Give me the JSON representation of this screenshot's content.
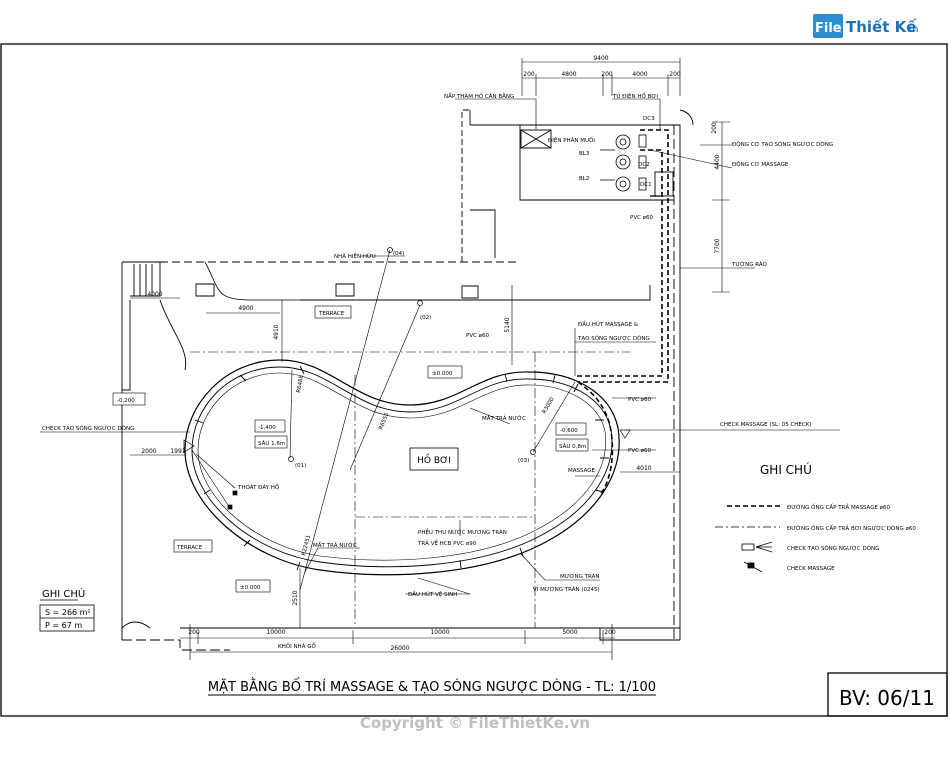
{
  "brand": {
    "logo_box": "File",
    "logo_main": "Thiết Kế",
    "logo_suffix": ".vn"
  },
  "watermark": "Copyright © FileThietKe.vn",
  "title": "MẶT BẰNG BỐ TRÍ MASSAGE & TẠO SÓNG NGƯỢC DÒNG - TL: 1/100",
  "sheet_number": "BV: 06/11",
  "dimensions": {
    "top_total": "9400",
    "top_a": "200",
    "top_b": "4800",
    "top_c": "200",
    "top_d": "4000",
    "top_e": "200",
    "bottom_total": "26000",
    "bottom_a": "200",
    "bottom_b": "10000",
    "bottom_c": "10000",
    "bottom_d": "5000",
    "bottom_e": "200",
    "left_4000": "4000",
    "d_4900": "4900",
    "d_4910": "4910",
    "d_5140": "5140",
    "d_2000": "2000",
    "d_1991": "1991",
    "d_2510": "2510",
    "d_4010": "4010",
    "d_4400": "4400",
    "d_7700": "7700",
    "d_200_right": "200"
  },
  "labels": {
    "nap_tham": "NẮP THĂM HỐ CÂN BẰNG",
    "tu_dien": "TỦ ĐIỆN HỒ BƠI",
    "dien_phan_muoi": "ĐIỆN PHÂN MUỐI",
    "bl3": "BL3",
    "bl2": "BL2",
    "dc1": "DC1",
    "dc2": "DC2",
    "dc3": "DC3",
    "dong_co_song": "ĐỘNG CƠ TẠO SÓNG NGƯỢC DÒNG",
    "dong_co_massage": "ĐỘNG CƠ MASSAGE",
    "pvc_top": "PVC ø60",
    "tuong_rao": "TƯỜNG RÀO",
    "nha_hien_huu": "NHÀ HIỆN HỮU",
    "marker_04": "(04)",
    "terrace_top": "TERRACE",
    "terrace_left": "TERRACE",
    "marker_02": "(02)",
    "pvc_mid": "PVC ø60",
    "dau_hut_massage_1": "ĐẦU HÚT MASSAGE &",
    "dau_hut_massage_2": "TẠO SÓNG NGƯỢC DÒNG",
    "level_0": "±0.000",
    "level_0_bottom": "±0.000",
    "level_left": "-0,200",
    "level_140": "-1,400",
    "sau_16": "SÂU 1,6m",
    "level_060": "-0,600",
    "sau_08": "SÂU 0,8m",
    "marker_01": "(01)",
    "marker_03": "(03)",
    "mat_tra_nuoc_1": "MẮT TRẢ NƯỚC",
    "mat_tra_nuoc_2": "MẮT TRẢ NƯỚC",
    "ho_boi": "HỒ BƠI",
    "massage": "MASSAGE",
    "pvc_right1": "PVC ø60",
    "pvc_right2": "PVC ø60",
    "check_massage": "CHECK MASSAGE (SL: 05 CHECK)",
    "check_tao_song": "CHECK TẠO SÓNG NGƯỢC DÒNG",
    "thoat_day_ho": "THOÁT ĐÁY HỒ",
    "r6488": "R6488",
    "r6555": "R6555",
    "r3000": "R3000",
    "r22451": "R22451",
    "pheu_1": "PHỄU THU NƯỚC MƯƠNG TRÀN",
    "pheu_2": "TRẢ VỀ HCB PVC ø90",
    "muong_tran_1": "MƯƠNG TRÀN",
    "muong_tran_2": "VỈ MƯƠNG TRÀN (0245)",
    "dau_hut_ve_sinh": "ĐẦU HÚT VỆ SINH",
    "khoi_nha_go": "KHỐI NHÀ GỖ"
  },
  "legend": {
    "title": "GHI CHÚ",
    "items": [
      "ĐƯỜNG ỐNG CẤP TRẢ MASSAGE ø60",
      "ĐƯỜNG ỐNG CẤP TRẢ BƠI NGƯỢC DÒNG ø60",
      "CHECK TẠO SÓNG NGƯỢC DÒNG",
      "CHECK MASSAGE"
    ]
  },
  "notes": {
    "title": "GHI CHÚ",
    "area": "S = 266 m²",
    "perimeter": "P = 67 m"
  }
}
